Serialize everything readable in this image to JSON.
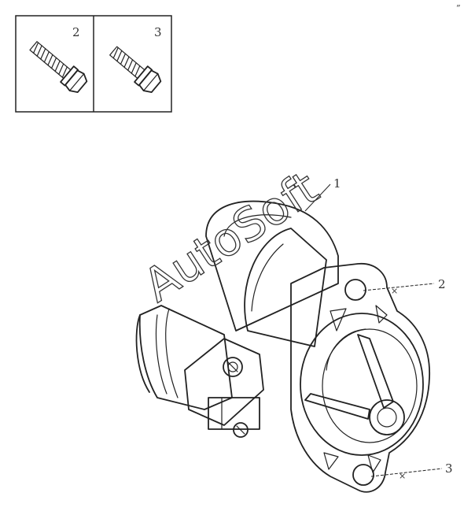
{
  "figure": {
    "inset_labels": [
      "2",
      "3"
    ],
    "callouts": [
      {
        "label": "1"
      },
      {
        "label": "2"
      },
      {
        "label": "3"
      }
    ],
    "corner_mark": "”",
    "watermark": "AutoSoft"
  }
}
